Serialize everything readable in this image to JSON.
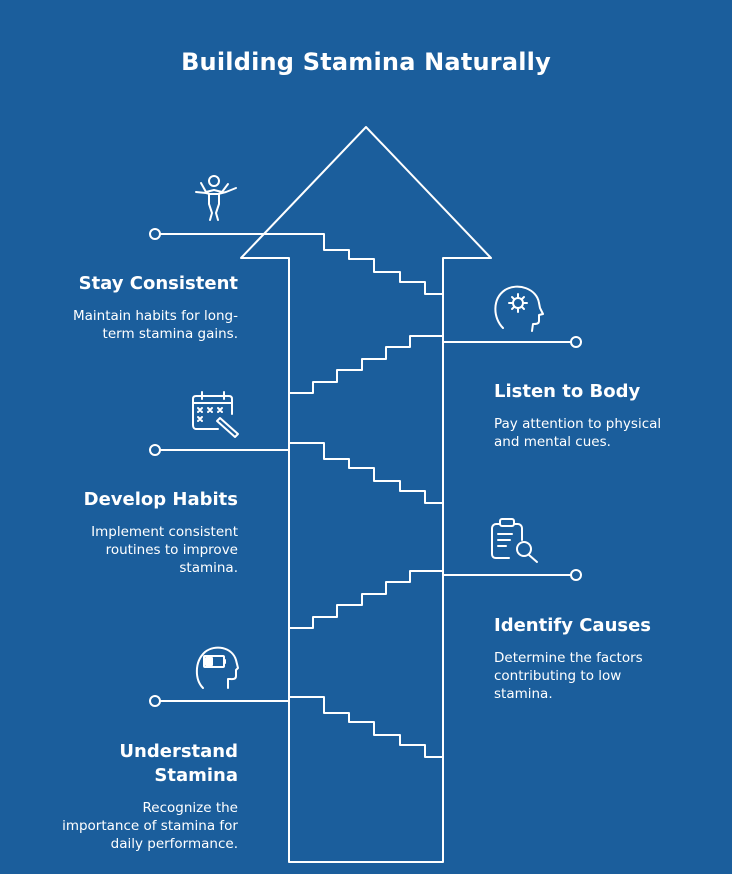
{
  "title": "Building Stamina Naturally",
  "steps": [
    {
      "title": "Understand Stamina",
      "description": "Recognize the importance of stamina for daily performance.",
      "icon": "brain-battery-icon",
      "side": "left"
    },
    {
      "title": "Identify Causes",
      "description": "Determine the factors contributing to low stamina.",
      "icon": "clipboard-search-icon",
      "side": "right"
    },
    {
      "title": "Develop Habits",
      "description": "Implement consistent routines to improve stamina.",
      "icon": "calendar-pen-icon",
      "side": "left"
    },
    {
      "title": "Listen to Body",
      "description": "Pay attention to physical and mental cues.",
      "icon": "head-gear-icon",
      "side": "right"
    },
    {
      "title": "Stay Consistent",
      "description": "Maintain habits for long-term stamina gains.",
      "icon": "runner-finish-icon",
      "side": "left"
    }
  ],
  "colors": {
    "background": "#1b5e9c",
    "foreground": "#ffffff"
  }
}
